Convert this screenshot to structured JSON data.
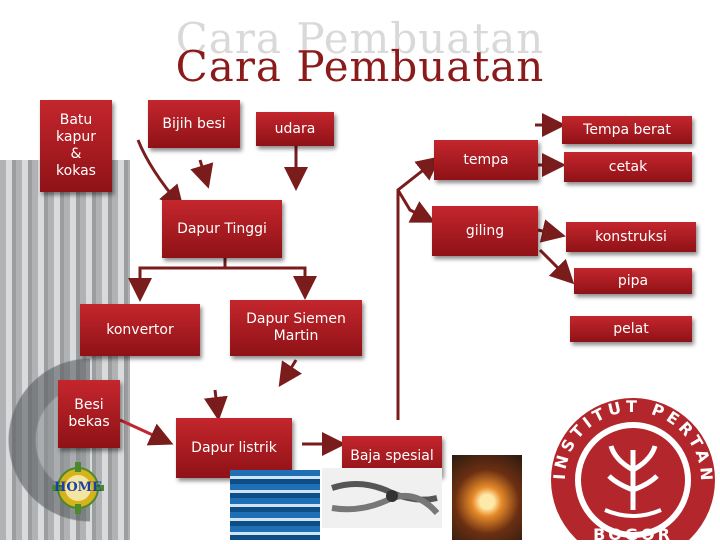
{
  "title": "Cara Pembuatan",
  "nodes": {
    "batu_kapur": "Batu\nkapur\n&\nkokas",
    "bijih_besi": "Bijih besi",
    "udara": "udara",
    "tempa_berat": "Tempa berat",
    "tempa": "tempa",
    "cetak": "cetak",
    "dapur_tinggi": "Dapur Tinggi",
    "giling": "giling",
    "konstruksi": "konstruksi",
    "pipa": "pipa",
    "konvertor": "konvertor",
    "dapur_siemen": "Dapur Siemen\nMartin",
    "pelat": "pelat",
    "besi_bekas": "Besi\nbekas",
    "dapur_listrik": "Dapur listrik",
    "baja_spesial": "Baja spesial"
  },
  "home": {
    "label": "HOME"
  },
  "logo": {
    "text_top": "INSTITUT PERTANIAN",
    "text_bottom": "BOGOR",
    "color": "#b3262c"
  },
  "colors": {
    "box": "#b01e24",
    "arrow": "#7a1c1c",
    "title": "#8b1a1a"
  }
}
